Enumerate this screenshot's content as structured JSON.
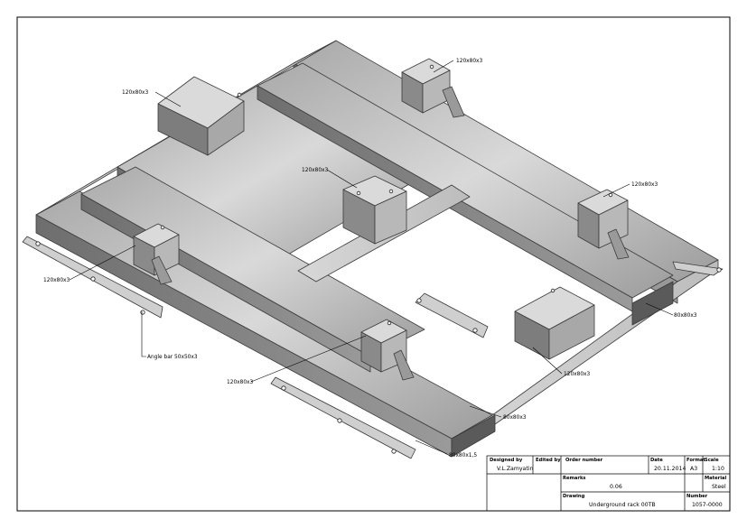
{
  "callouts": {
    "c1": "120x80x3",
    "c2": "120x80x3",
    "c3": "120x80x3",
    "c4": "120x80x3",
    "c5": "120x80x3",
    "c6": "120x80x3",
    "c7": "120x80x3",
    "angle": "Angle bar  50x50x3",
    "plate": "80x80x1,5",
    "tube1": "80x80x3",
    "tube2": "80x80x3"
  },
  "title_block": {
    "designed_by_label": "Designed by",
    "designed_by_value": "V.L.Zamyatin",
    "edited_by_label": "Edited by",
    "order_number_label": "Order number",
    "date_label": "Date",
    "date_value": "20.11.2014",
    "format_label": "Format",
    "format_value": "A3",
    "scale_label": "Scale",
    "scale_value": "1:10",
    "remarks_label": "Remarks",
    "remarks_value": "0.06",
    "material_label": "Material",
    "material_value": "Steel",
    "drawing_label": "Drawing",
    "drawing_value": "Underground rack    00TB",
    "number_label": "Number",
    "number_value": "1057-0000"
  }
}
